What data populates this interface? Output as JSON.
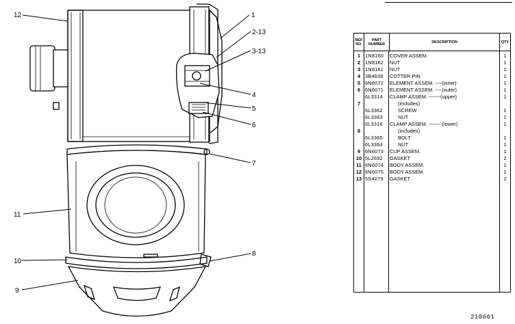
{
  "callouts": [
    "12",
    "1",
    "2-13",
    "3-13",
    "4",
    "5",
    "6",
    "7",
    "8",
    "9",
    "10",
    "11"
  ],
  "table": {
    "headers": {
      "ref": "REF NO.",
      "part": "PART NUMBER",
      "desc": "DESCRIPTION",
      "qty": "QTY"
    },
    "rows": [
      {
        "ref": "1",
        "part": "1N8160",
        "desc": "COVER ASSEM.",
        "qty": "1"
      },
      {
        "ref": "2",
        "part": "1N8162",
        "desc": "NUT",
        "qty": "1"
      },
      {
        "ref": "3",
        "part": "1N8161",
        "desc": "NUT",
        "qty": "1"
      },
      {
        "ref": "4",
        "part": "3B4638",
        "desc": "COTTER PIN",
        "qty": "1"
      },
      {
        "ref": "5",
        "part": "6N6072",
        "desc": "ELEMENT ASSEM. ----(inner)",
        "qty": "1"
      },
      {
        "ref": "6",
        "part": "6N6071",
        "desc": "ELEMENT ASSEM. ----(outer)",
        "qty": "1"
      },
      {
        "ref": "",
        "part": "6L3314",
        "desc": "CLAMP ASSEM. -------(upper)",
        "qty": "1"
      },
      {
        "ref": "7",
        "part": "",
        "desc": "(includes)",
        "qty": ""
      },
      {
        "ref": "",
        "part": "6L3362",
        "desc": "SCREW",
        "qty": "1"
      },
      {
        "ref": "",
        "part": "6L3363",
        "desc": "NUT",
        "qty": "1"
      },
      {
        "ref": "",
        "part": "6L3316",
        "desc": "CLAMP ASSEM. --------(lower)",
        "qty": "1"
      },
      {
        "ref": "8",
        "part": "",
        "desc": "(includes)",
        "qty": ""
      },
      {
        "ref": "",
        "part": "6L3365",
        "desc": "BOLT",
        "qty": "1"
      },
      {
        "ref": "",
        "part": "6L3364",
        "desc": "NUT",
        "qty": "1"
      },
      {
        "ref": "9",
        "part": "6N6073",
        "desc": "CUP ASSEM.",
        "qty": "1"
      },
      {
        "ref": "10",
        "part": "5L2692",
        "desc": "GASKET",
        "qty": "2"
      },
      {
        "ref": "11",
        "part": "6N6074",
        "desc": "BODY ASSEM.",
        "qty": "1"
      },
      {
        "ref": "12",
        "part": "6N6075",
        "desc": "BODY ASSEM.",
        "qty": "1"
      },
      {
        "ref": "13",
        "part": "5S4279",
        "desc": "GASKET",
        "qty": "2"
      }
    ]
  },
  "drawing_number": "210601"
}
